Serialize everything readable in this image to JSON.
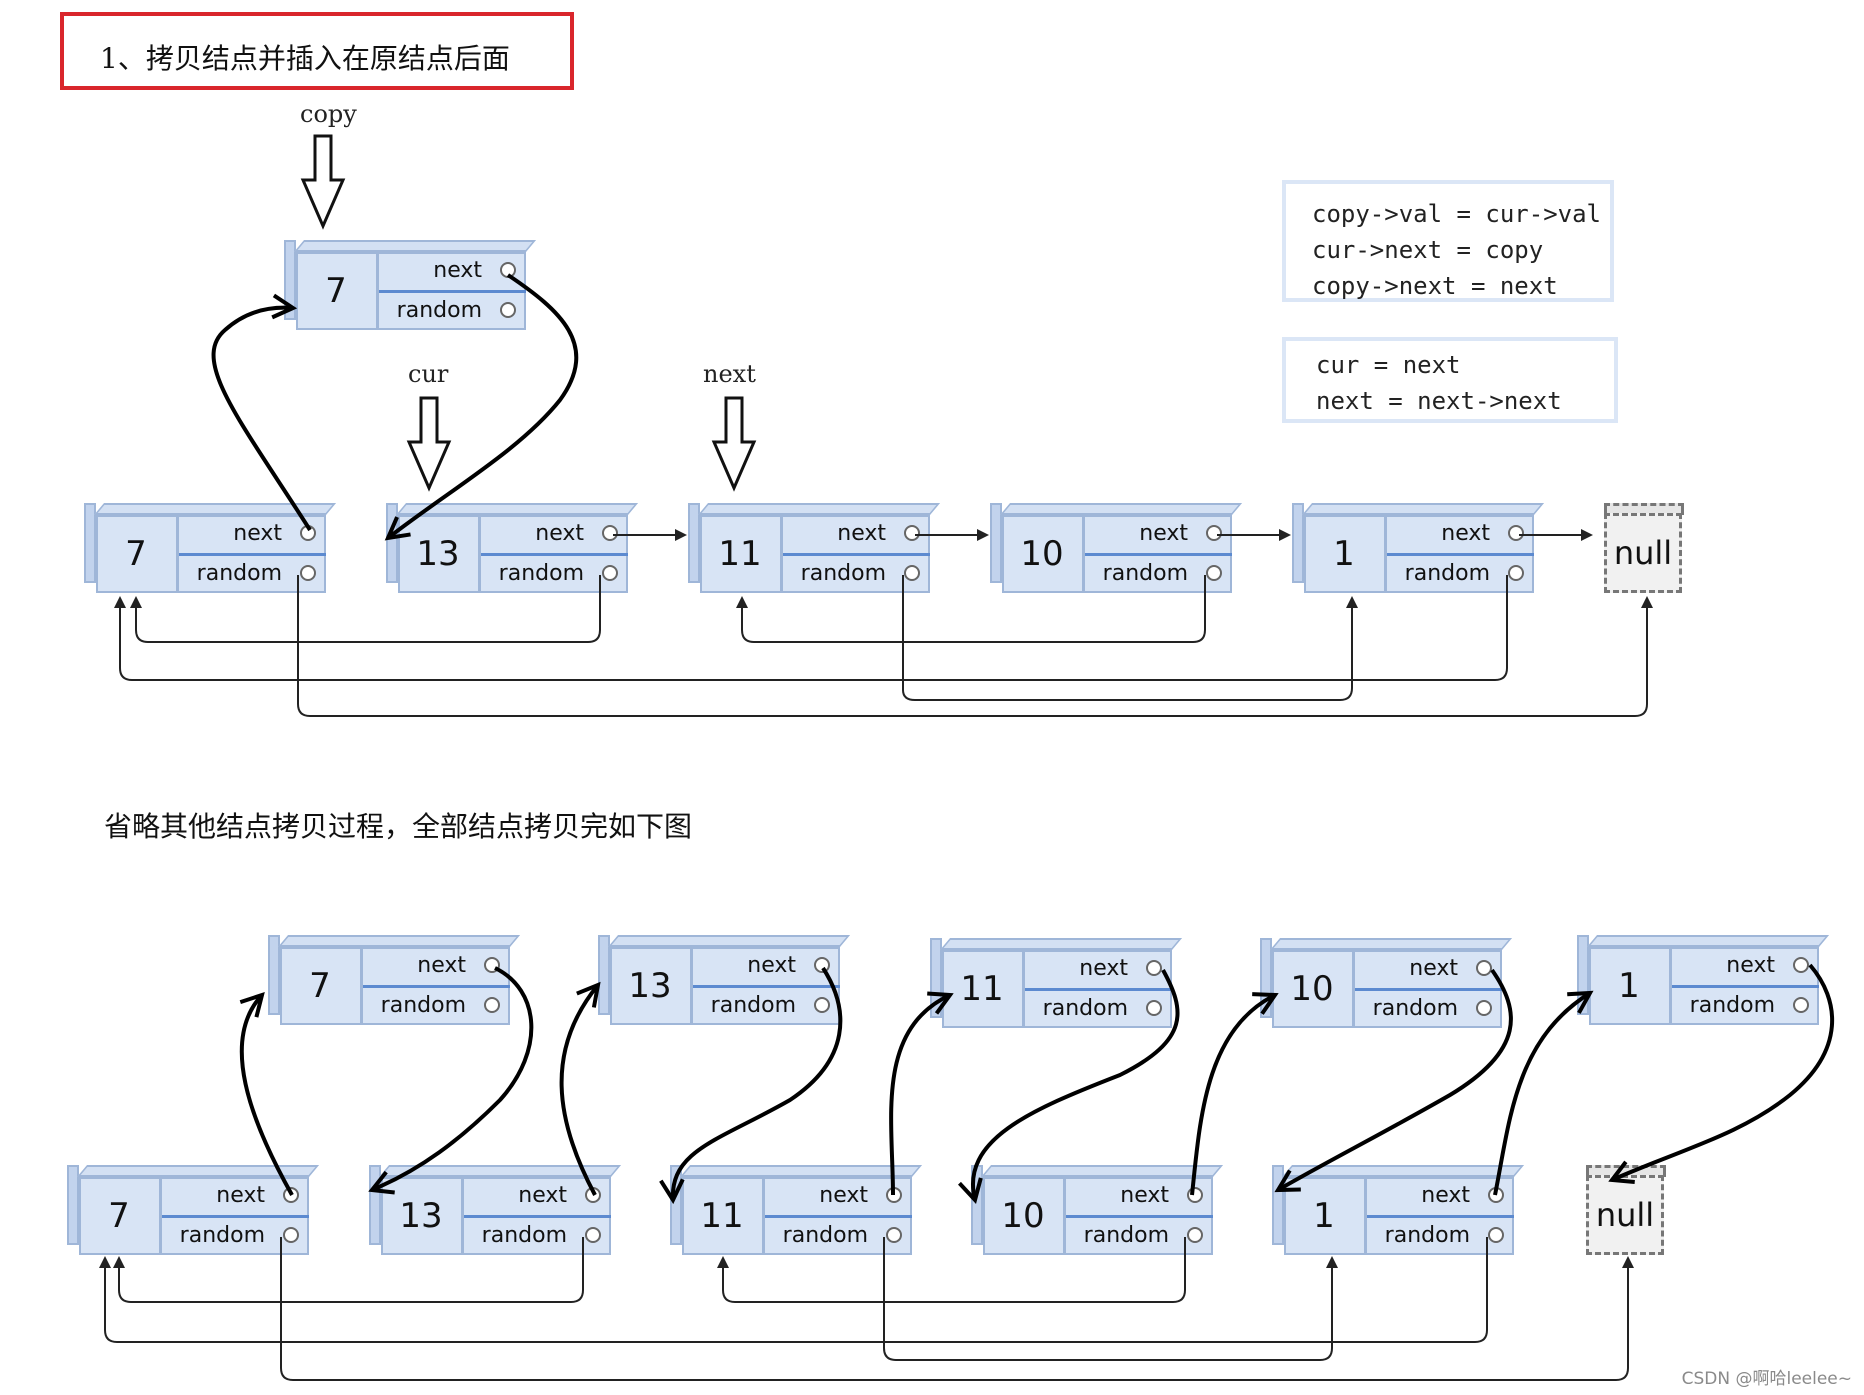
{
  "step_title": "1、拷贝结点并插入在原结点后面",
  "caption": "省略其他结点拷贝过程，全部结点拷贝完如下图",
  "code_block_1": [
    "copy->val = cur->val",
    "cur->next = copy",
    "copy->next = next"
  ],
  "code_block_2": [
    "cur = next",
    "next = next->next"
  ],
  "pointer_labels": {
    "copy": "copy",
    "cur": "cur",
    "next": "next"
  },
  "field_labels": {
    "next": "next",
    "random": "random"
  },
  "null_label": "null",
  "diagram1": {
    "copy_node": "7",
    "nodes": [
      "7",
      "13",
      "11",
      "10",
      "1"
    ]
  },
  "diagram2": {
    "copies": [
      "7",
      "13",
      "11",
      "10",
      "1"
    ],
    "nodes": [
      "7",
      "13",
      "11",
      "10",
      "1"
    ]
  },
  "footer": "CSDN @啊哈leelee~",
  "colors": {
    "node_fill": "#d8e4f5",
    "node_border": "#9fb6d8",
    "divider": "#5c8ad0",
    "highlight_border": "#d9262c",
    "code_border": "#dbe6f6"
  }
}
